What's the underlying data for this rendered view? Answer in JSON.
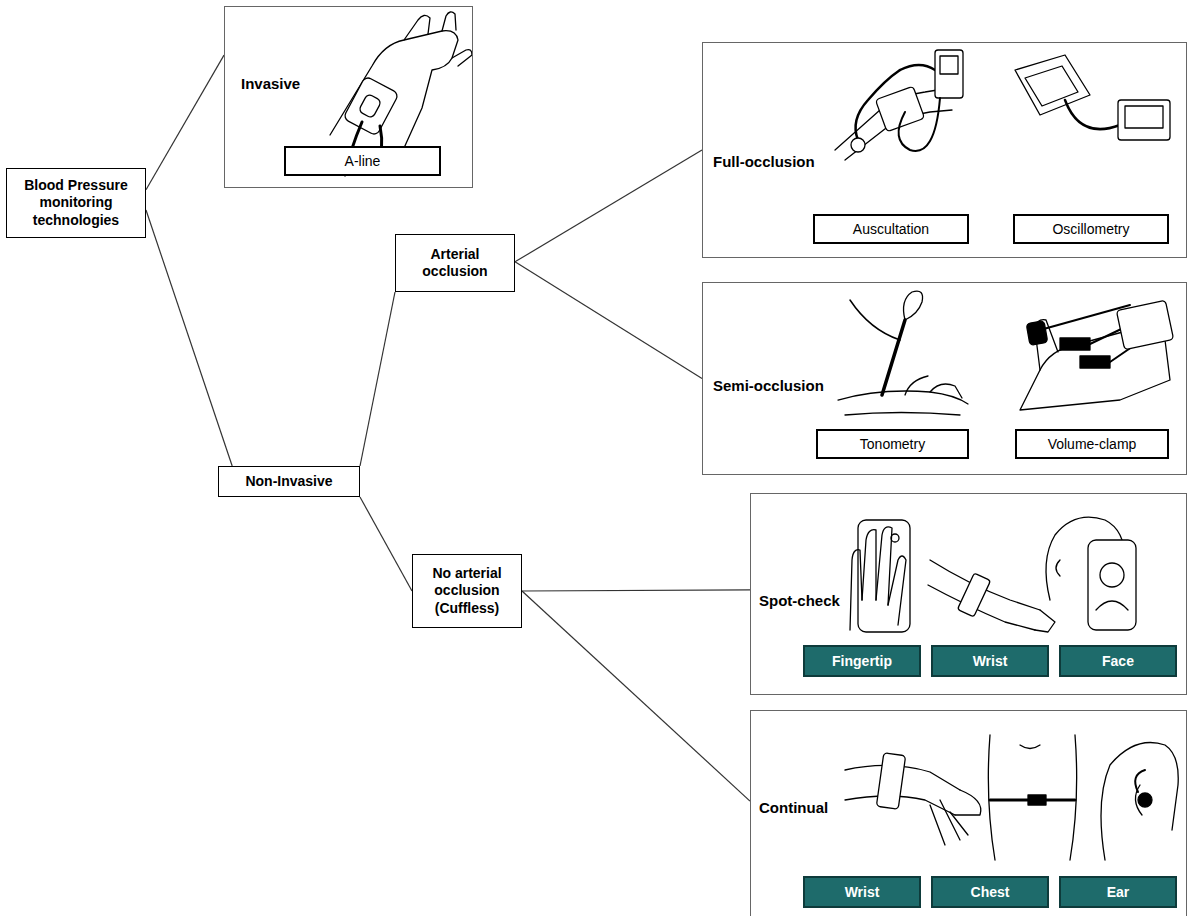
{
  "diagram": {
    "nodes": [
      {
        "text": [
          "Blood Pressure monitoring technologies"
        ]
      },
      {
        "text": [
          "Invasive"
        ]
      },
      {
        "text": [
          "A-line"
        ],
        "in": 1
      },
      {
        "text": [
          "Non-Invasive"
        ]
      },
      {
        "text": [
          "Arterial occlusion"
        ]
      },
      {
        "text": [
          "Full-occlusion"
        ]
      },
      {
        "text": [
          "Auscultation"
        ],
        "in": 5
      },
      {
        "text": [
          "Oscillometry"
        ],
        "in": 5
      },
      {
        "text": [
          "Semi-occlusion"
        ]
      },
      {
        "text": [
          "Tonometry"
        ],
        "in": 8
      },
      {
        "text": [
          "Volume-clamp"
        ],
        "in": 8
      },
      {
        "text": [
          "No arterial occlusion (Cuffless)"
        ]
      },
      {
        "text": [
          "Spot-check"
        ]
      },
      {
        "text": [
          "Fingertip"
        ],
        "in": 12
      },
      {
        "text": [
          "Wrist"
        ],
        "in": 12
      },
      {
        "text": [
          "Face"
        ],
        "in": 12
      },
      {
        "text": [
          "Continual"
        ]
      },
      {
        "text": [
          "Wrist"
        ],
        "in": 16
      },
      {
        "text": [
          "Chest"
        ],
        "in": 16
      },
      {
        "text": [
          "Ear"
        ],
        "in": 16
      }
    ],
    "edges": [
      {
        "from": 0,
        "to": 1,
        "arrow": "none"
      },
      {
        "from": 0,
        "to": 3,
        "arrow": "none"
      },
      {
        "from": 3,
        "to": 4,
        "arrow": "none"
      },
      {
        "from": 3,
        "to": 11,
        "arrow": "none"
      },
      {
        "from": 4,
        "to": 5,
        "arrow": "none"
      },
      {
        "from": 4,
        "to": 8,
        "arrow": "none"
      },
      {
        "from": 11,
        "to": 12,
        "arrow": "none"
      },
      {
        "from": 11,
        "to": 16,
        "arrow": "none"
      }
    ]
  }
}
